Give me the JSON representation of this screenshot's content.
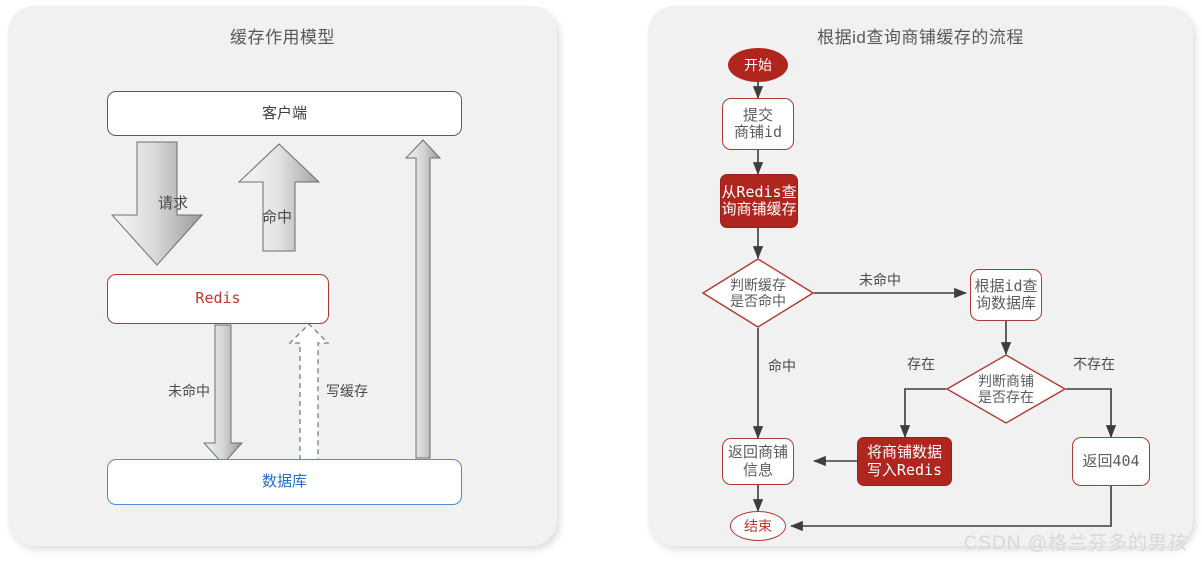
{
  "left_panel": {
    "title": "缓存作用模型",
    "nodes": {
      "client": "客户端",
      "redis": "Redis",
      "database": "数据库"
    },
    "arrow_labels": {
      "request": "请求",
      "hit": "命中",
      "miss": "未命中",
      "write_cache": "写缓存"
    },
    "colors": {
      "redis_border": "#b03a33",
      "redis_text": "#c0392b",
      "db_border": "#4a90d9",
      "db_text": "#1f6fc4",
      "client_border": "#5a5a5a",
      "panel_bg": "#f1f1f1",
      "arrow_fill_light": "#f3f3f3",
      "arrow_fill_dark": "#9d9d9d"
    }
  },
  "right_panel": {
    "title": "根据id查询商铺缓存的流程",
    "nodes": {
      "start": "开始",
      "submit_id": "提交\n商铺id",
      "query_redis": "从Redis查\n询商铺缓存",
      "decide_hit": "判断缓存\n是否命中",
      "query_db": "根据id查\n询数据库",
      "decide_exist": "判断商铺\n是否存在",
      "return_shop": "返回商铺\n信息",
      "write_redis": "将商铺数据\n写入Redis",
      "return_404": "返回404",
      "end": "结束"
    },
    "edge_labels": {
      "miss": "未命中",
      "hit": "命中",
      "exists": "存在",
      "not_exists": "不存在"
    },
    "colors": {
      "fill_red": "#b0251e",
      "border_red": "#b03a33",
      "text_gray": "#5c5c5c",
      "edge": "#404040"
    }
  },
  "watermark": "CSDN @格兰芬多的男孩"
}
